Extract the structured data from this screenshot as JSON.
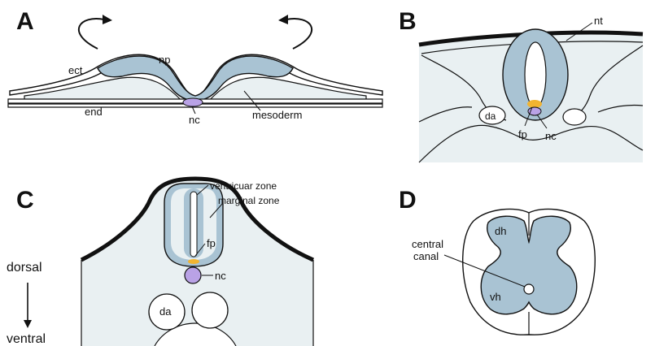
{
  "panels": {
    "a": {
      "letter": "A",
      "labels": {
        "ect": "ect",
        "np": "np",
        "end": "end",
        "nc": "nc",
        "mesoderm": "mesoderm"
      }
    },
    "b": {
      "letter": "B",
      "labels": {
        "nt": "nt",
        "da": "da",
        "fp": "fp",
        "nc": "nc"
      }
    },
    "c": {
      "letter": "C",
      "labels": {
        "ventricular_zone": "ventricuar zone",
        "marginal_zone": "marginal zone",
        "fp": "fp",
        "nc": "nc",
        "da": "da"
      },
      "axis": {
        "top": "dorsal",
        "bottom": "ventral"
      }
    },
    "d": {
      "letter": "D",
      "labels": {
        "central_canal_line1": "central",
        "central_canal_line2": "canal",
        "dh": "dh",
        "vh": "vh"
      }
    }
  },
  "colors": {
    "neural_tissue": "#a9c3d3",
    "pale_tissue": "#e9f0f2",
    "floor_plate": "#f2b431",
    "notochord": "#b9a2e6",
    "outline": "#111111"
  }
}
